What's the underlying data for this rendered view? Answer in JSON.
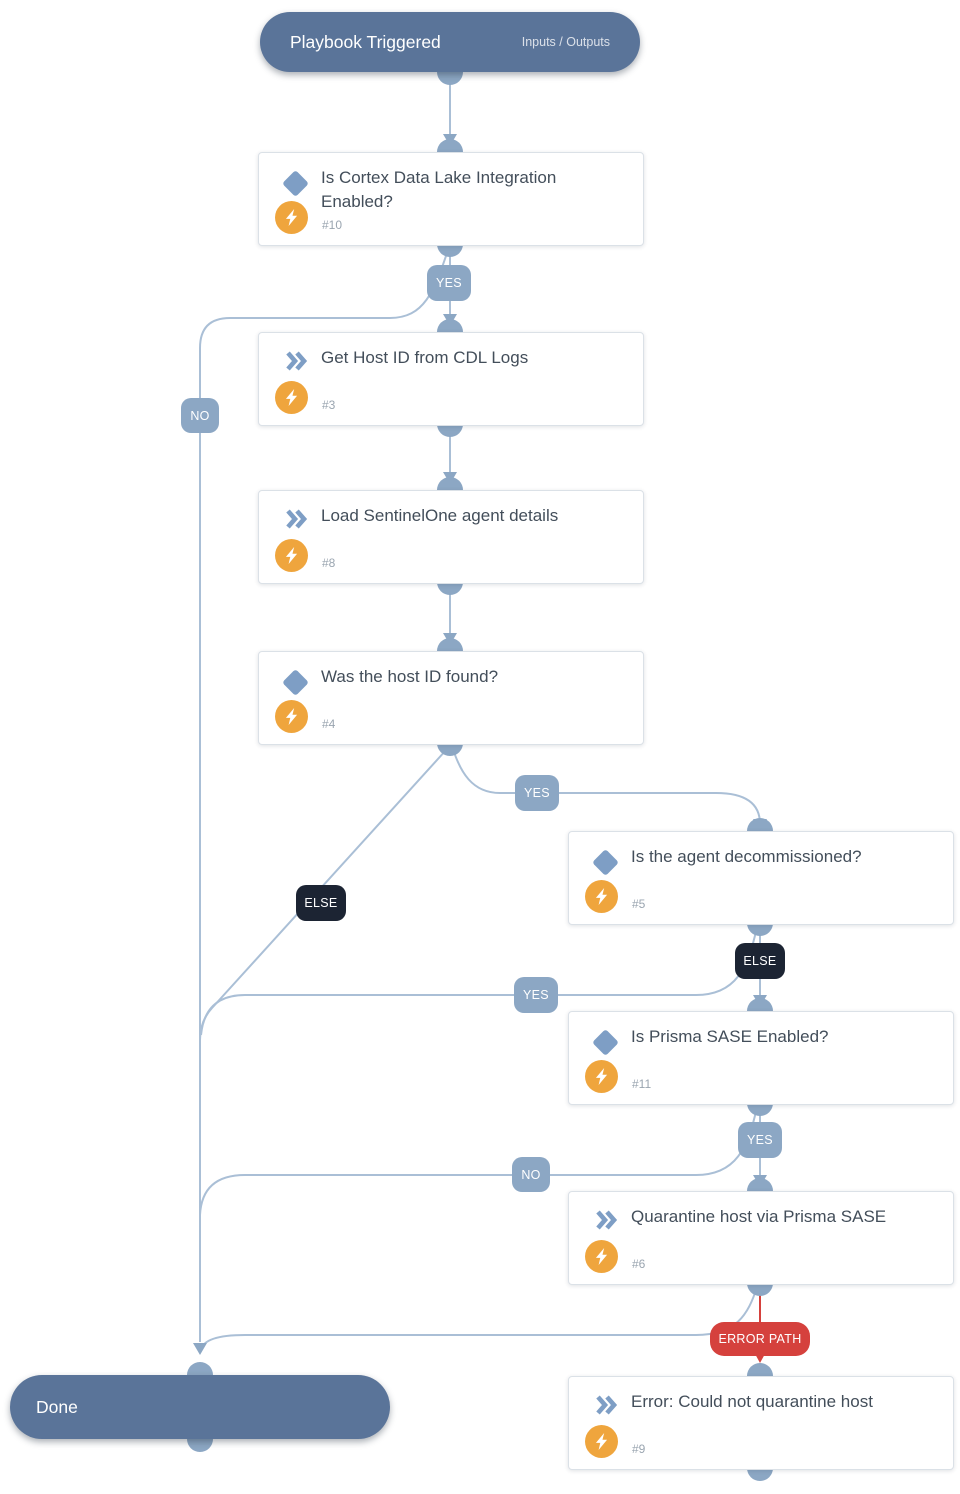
{
  "diagram": {
    "start": {
      "title": "Playbook Triggered",
      "link_label": "Inputs / Outputs"
    },
    "end": {
      "title": "Done"
    },
    "nodes": [
      {
        "id": "#10",
        "title": "Is Cortex Data Lake Integration Enabled?",
        "type": "condition",
        "type_icon": "diamond-icon",
        "badge_icon": "bolt-icon"
      },
      {
        "id": "#3",
        "title": "Get Host ID from CDL Logs",
        "type": "task",
        "type_icon": "chevron-icon",
        "badge_icon": "bolt-icon"
      },
      {
        "id": "#8",
        "title": "Load SentinelOne agent details",
        "type": "task",
        "type_icon": "chevron-icon",
        "badge_icon": "bolt-icon"
      },
      {
        "id": "#4",
        "title": "Was the host ID found?",
        "type": "condition",
        "type_icon": "diamond-icon",
        "badge_icon": "bolt-icon"
      },
      {
        "id": "#5",
        "title": "Is the agent decommissioned?",
        "type": "condition",
        "type_icon": "diamond-icon",
        "badge_icon": "bolt-icon"
      },
      {
        "id": "#11",
        "title": "Is Prisma SASE Enabled?",
        "type": "condition",
        "type_icon": "diamond-icon",
        "badge_icon": "bolt-icon"
      },
      {
        "id": "#6",
        "title": "Quarantine host via Prisma SASE",
        "type": "task",
        "type_icon": "chevron-icon",
        "badge_icon": "bolt-icon"
      },
      {
        "id": "#9",
        "title": "Error: Could not quarantine host",
        "type": "task",
        "type_icon": "chevron-icon",
        "badge_icon": "bolt-icon"
      }
    ],
    "edge_labels": {
      "cdl_yes": "YES",
      "cdl_no": "NO",
      "host_found_yes": "YES",
      "host_found_else": "ELSE",
      "decommissioned_else": "ELSE",
      "decommissioned_yes": "YES",
      "sase_yes": "YES",
      "sase_no": "NO",
      "error_path": "ERROR PATH"
    }
  },
  "colors": {
    "pill": "#5a7499",
    "connector": "#8ca7c4",
    "edge_line": "#aabfd6",
    "badge_blue": "#8ca7c4",
    "badge_dark": "#1c2433",
    "badge_red": "#d5413d",
    "task_icon_blue": "#7e9ec5",
    "bolt_orange": "#efa53d",
    "title_text": "#434e5a",
    "number_text": "#9aa5b0"
  }
}
